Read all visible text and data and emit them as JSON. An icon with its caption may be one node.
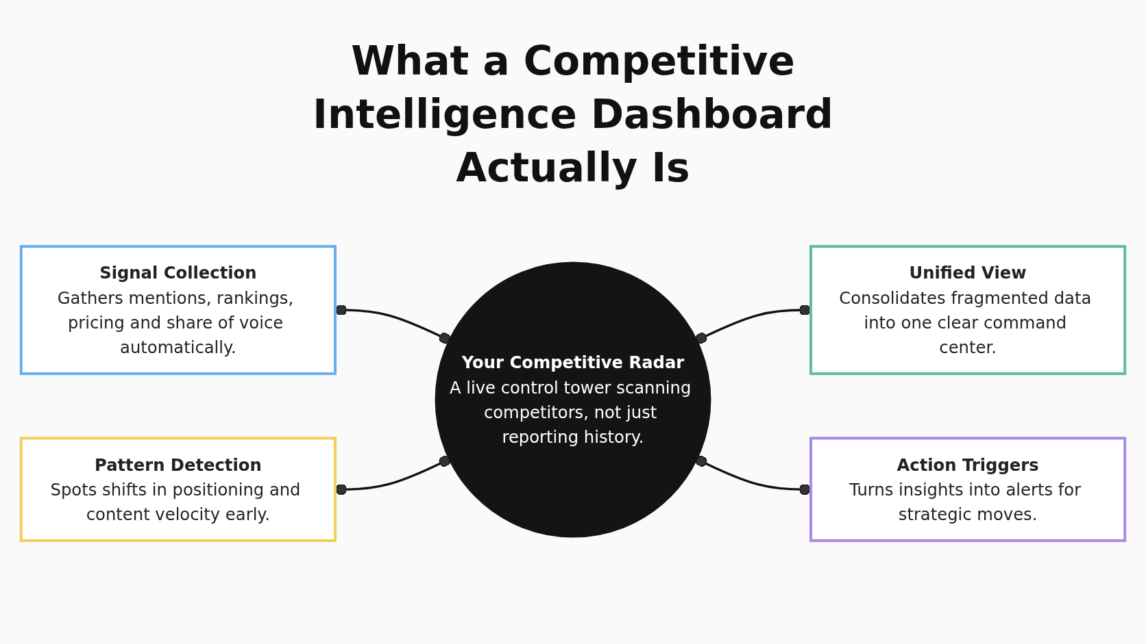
{
  "diagram": {
    "title": "What a Competitive Intelligence Dashboard Actually Is",
    "nodes": [
      {
        "text": [
          "Signal Collection",
          "Gathers mentions, rankings, pricing and share of voice automatically."
        ]
      },
      {
        "text": [
          "Your Competitive Radar",
          "A live control tower scanning competitors, not just reporting history."
        ]
      },
      {
        "text": [
          "Unified View",
          "Consolidates fragmented data into one clear command center."
        ]
      },
      {
        "text": [
          "Pattern Detection",
          "Spots shifts in positioning and content velocity early."
        ]
      },
      {
        "text": [
          "Action Triggers",
          "Turns insights into alerts for strategic moves."
        ]
      }
    ],
    "edges": [
      {
        "from": 0,
        "to": 1,
        "arrow": "other"
      },
      {
        "from": 1,
        "to": 2,
        "arrow": "other"
      },
      {
        "from": 3,
        "to": 1,
        "arrow": "other"
      },
      {
        "from": 1,
        "to": 4,
        "arrow": "other"
      }
    ]
  }
}
